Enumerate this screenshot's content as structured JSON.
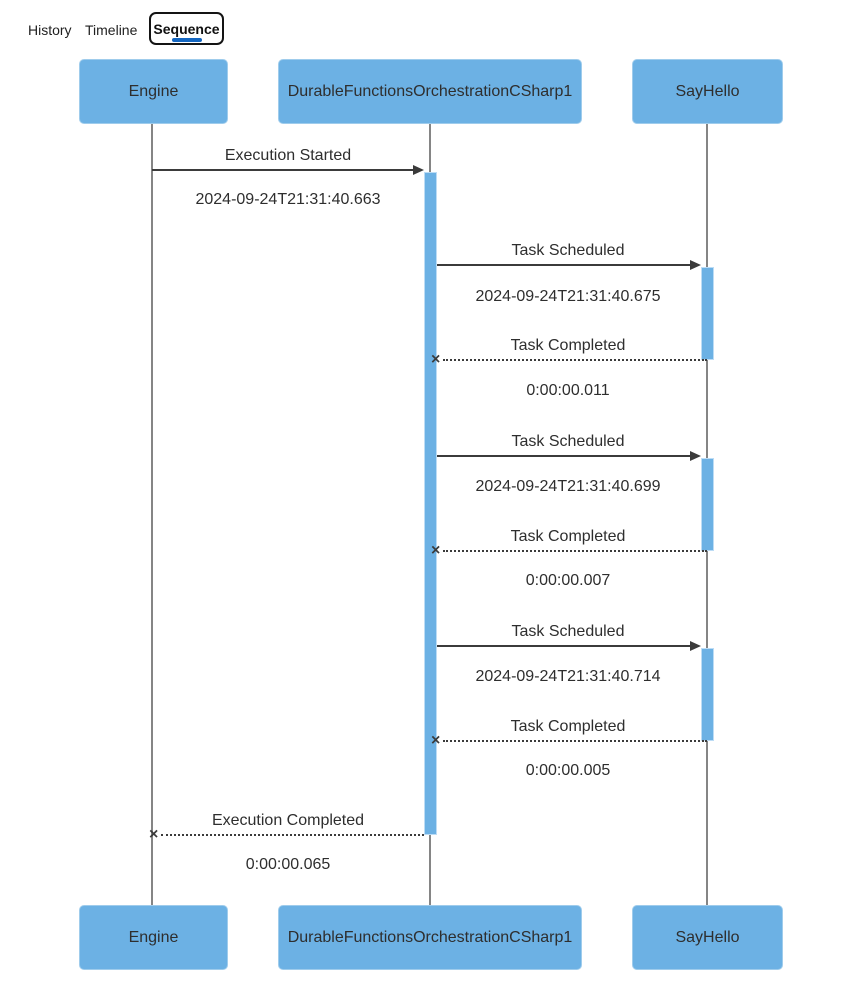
{
  "tabs": {
    "history": "History",
    "timeline": "Timeline",
    "sequence": "Sequence"
  },
  "participants": {
    "engine": "Engine",
    "orchestration": "DurableFunctionsOrchestrationCSharp1",
    "activity": "SayHello"
  },
  "sequence": {
    "messages": [
      {
        "label": "Execution Started",
        "annotation": "2024-09-24T21:31:40.663",
        "type": "solid-arrow",
        "from": "Engine",
        "to": "DurableFunctionsOrchestrationCSharp1"
      },
      {
        "label": "Task Scheduled",
        "annotation": "2024-09-24T21:31:40.675",
        "type": "solid-arrow",
        "from": "DurableFunctionsOrchestrationCSharp1",
        "to": "SayHello"
      },
      {
        "label": "Task Completed",
        "annotation": "0:00:00.011",
        "type": "dotted-x",
        "from": "SayHello",
        "to": "DurableFunctionsOrchestrationCSharp1"
      },
      {
        "label": "Task Scheduled",
        "annotation": "2024-09-24T21:31:40.699",
        "type": "solid-arrow",
        "from": "DurableFunctionsOrchestrationCSharp1",
        "to": "SayHello"
      },
      {
        "label": "Task Completed",
        "annotation": "0:00:00.007",
        "type": "dotted-x",
        "from": "SayHello",
        "to": "DurableFunctionsOrchestrationCSharp1"
      },
      {
        "label": "Task Scheduled",
        "annotation": "2024-09-24T21:31:40.714",
        "type": "solid-arrow",
        "from": "DurableFunctionsOrchestrationCSharp1",
        "to": "SayHello"
      },
      {
        "label": "Task Completed",
        "annotation": "0:00:00.005",
        "type": "dotted-x",
        "from": "SayHello",
        "to": "DurableFunctionsOrchestrationCSharp1"
      },
      {
        "label": "Execution Completed",
        "annotation": "0:00:00.065",
        "type": "dotted-x",
        "from": "DurableFunctionsOrchestrationCSharp1",
        "to": "Engine"
      }
    ]
  },
  "colors": {
    "participant_fill": "#6cb1e4",
    "participant_border": "#9fccec",
    "activation_fill": "#6cb1e4",
    "activation_border": "#bcdcf5",
    "lifeline": "#858585",
    "message": "#3b3b3b",
    "tab_underline": "#1366c1"
  }
}
